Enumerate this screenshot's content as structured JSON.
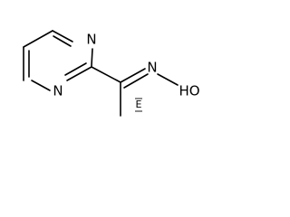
{
  "molecule": {
    "atoms": {
      "n1": "N",
      "n3": "N",
      "oxime_n": "N",
      "hydroxyl": "HO"
    },
    "stereo_descriptor": "E"
  },
  "colors": {
    "bond": "#000000",
    "label": "#000000",
    "background": "#ffffff"
  }
}
